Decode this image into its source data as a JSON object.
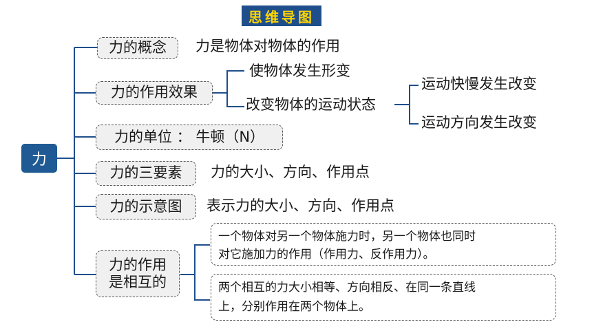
{
  "title": "思维导图",
  "root": "力",
  "branches": {
    "concept": {
      "label": "力的概念",
      "desc": "力是物体对物体的作用"
    },
    "effect": {
      "label": "力的作用效果",
      "deform": "使物体发生形变",
      "motion": "改变物体的运动状态",
      "speed": "运动快慢发生改变",
      "direction": "运动方向发生改变"
    },
    "unit": {
      "label": "力的单位 ： 牛顿（N）"
    },
    "elements": {
      "label": "力的三要素",
      "desc": "力的大小、方向、作用点"
    },
    "diagram": {
      "label": "力的示意图",
      "desc": "表示力的大小、方向、作用点"
    },
    "mutual": {
      "label_line1": "力的作用",
      "label_line2": "是相互的",
      "note1_line1": "一个物体对另一个物体施力时，另一个物体也同时",
      "note1_line2": "对它施加力的作用（作用力、反作用力）。",
      "note2_line1": "两个相互的力大小相等、方向相反、在同一条直线",
      "note2_line2": "上，分别作用在两个物体上。"
    }
  },
  "colors": {
    "title_bg": "#1f4e8c",
    "title_text": "#ffd400",
    "root_bg": "#1f5a94",
    "line": "#1f4e8c"
  }
}
